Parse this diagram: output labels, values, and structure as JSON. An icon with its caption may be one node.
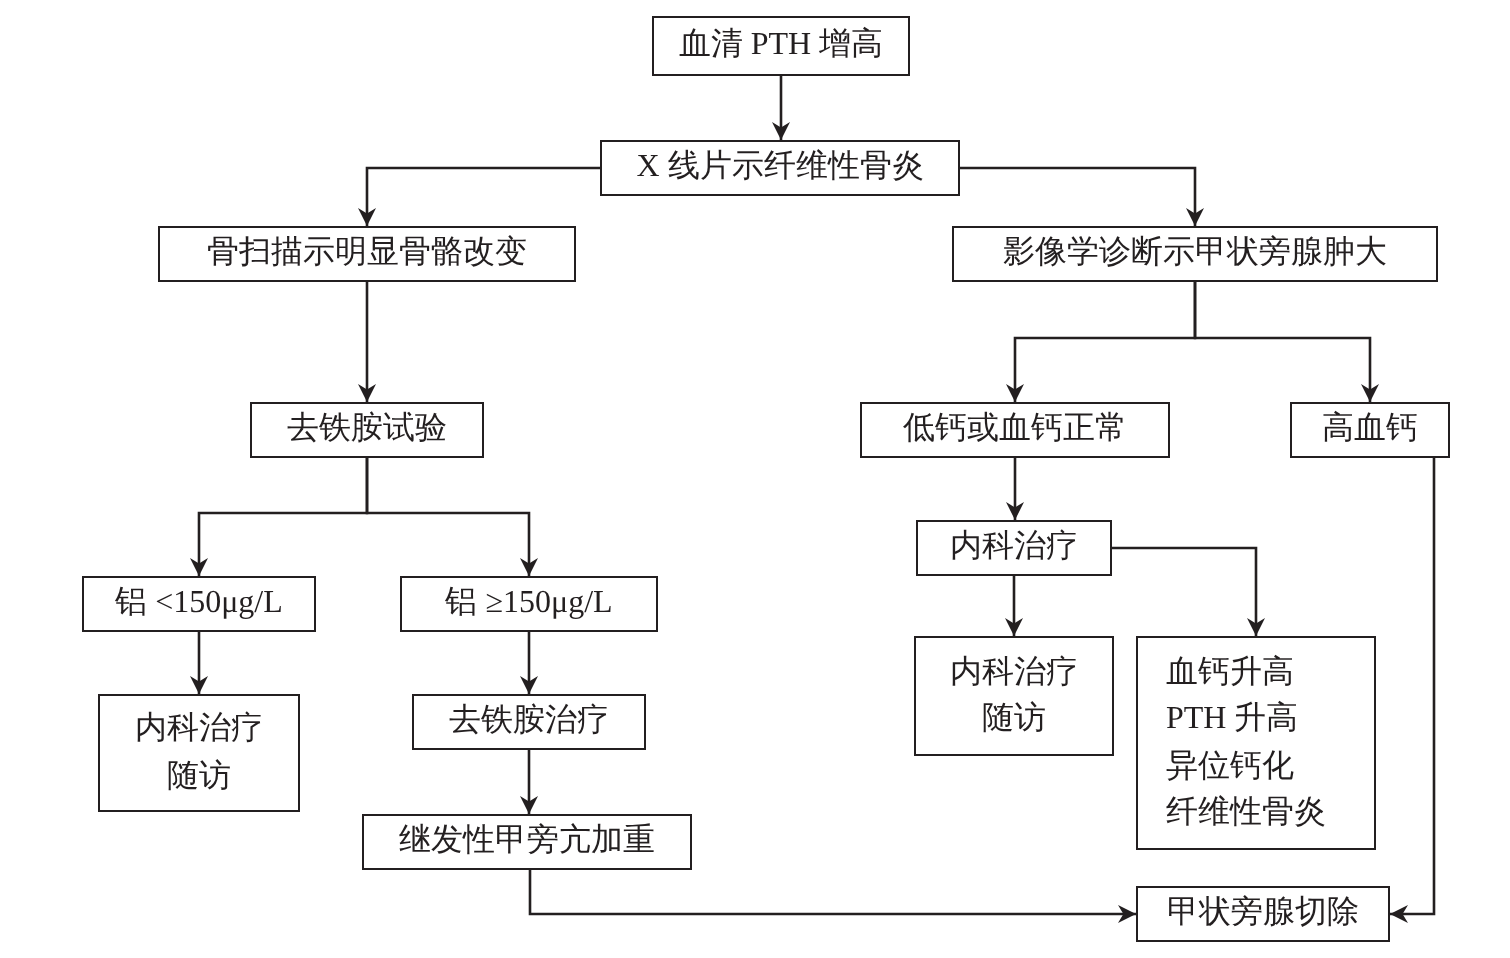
{
  "diagram": {
    "nodes": [
      {
        "text": [
          "血清 PTH 增高"
        ]
      },
      {
        "text": [
          "X 线片示纤维性骨炎"
        ]
      },
      {
        "text": [
          "骨扫描示明显骨骼改变"
        ]
      },
      {
        "text": [
          "影像学诊断示甲状旁腺肿大"
        ]
      },
      {
        "text": [
          "去铁胺试验"
        ]
      },
      {
        "text": [
          "低钙或血钙正常"
        ]
      },
      {
        "text": [
          "高血钙"
        ]
      },
      {
        "text": [
          "铝 <150μg/L"
        ]
      },
      {
        "text": [
          "铝 ≥150μg/L"
        ]
      },
      {
        "text": [
          "内科治疗"
        ]
      },
      {
        "text": [
          "内科治疗随访"
        ]
      },
      {
        "text": [
          "去铁胺治疗"
        ]
      },
      {
        "text": [
          "内科治疗随访"
        ]
      },
      {
        "text": [
          "血钙升高",
          "PTH 升高",
          "异位钙化",
          "纤维性骨炎"
        ]
      },
      {
        "text": [
          "继发性甲旁亢加重"
        ]
      },
      {
        "text": [
          "甲状旁腺切除"
        ]
      }
    ],
    "edges": [
      {
        "from": 0,
        "to": 1,
        "arrow": "to"
      },
      {
        "from": 1,
        "to": 2,
        "arrow": "to"
      },
      {
        "from": 1,
        "to": 3,
        "arrow": "to"
      },
      {
        "from": 2,
        "to": 4,
        "arrow": "to"
      },
      {
        "from": 3,
        "to": 5,
        "arrow": "to"
      },
      {
        "from": 3,
        "to": 6,
        "arrow": "to"
      },
      {
        "from": 4,
        "to": 7,
        "arrow": "to"
      },
      {
        "from": 4,
        "to": 8,
        "arrow": "to"
      },
      {
        "from": 7,
        "to": 10,
        "arrow": "to"
      },
      {
        "from": 8,
        "to": 11,
        "arrow": "to"
      },
      {
        "from": 11,
        "to": 14,
        "arrow": "to"
      },
      {
        "from": 14,
        "to": 15,
        "arrow": "to"
      },
      {
        "from": 5,
        "to": 9,
        "arrow": "to"
      },
      {
        "from": 9,
        "to": 12,
        "arrow": "to"
      },
      {
        "from": 9,
        "to": 13,
        "arrow": "to"
      },
      {
        "from": 6,
        "to": 15,
        "arrow": "to"
      }
    ]
  }
}
